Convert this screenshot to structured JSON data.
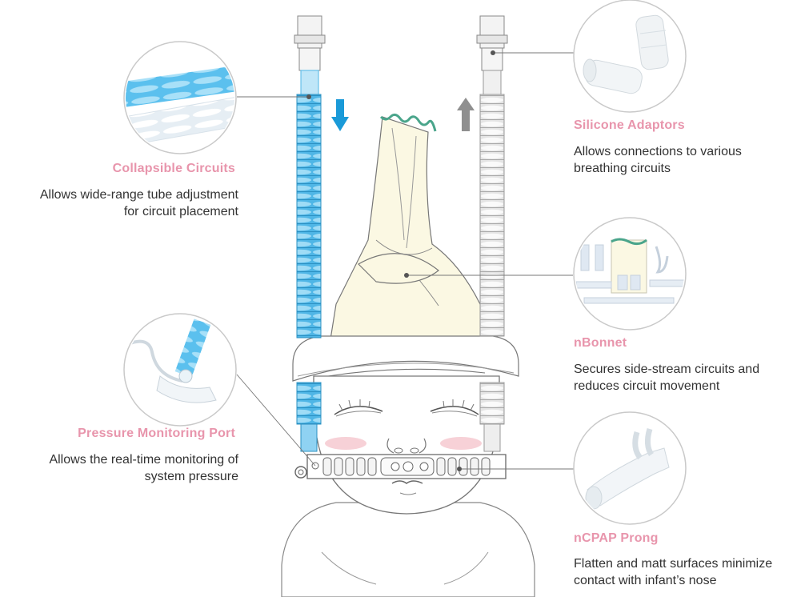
{
  "features": [
    {
      "key": "collapsible",
      "title": "Collapsible Circuits",
      "lines": [
        "Allows wide-range tube adjustment",
        "for circuit placement"
      ]
    },
    {
      "key": "pressure",
      "title": "Pressure Monitoring Port",
      "lines": [
        "Allows the real-time monitoring of",
        "system pressure"
      ]
    },
    {
      "key": "silicone",
      "title": "Silicone Adaptors",
      "lines": [
        "Allows connections to various",
        "breathing circuits"
      ]
    },
    {
      "key": "nbonnet",
      "title": "nBonnet",
      "lines": [
        "Secures side-stream circuits and",
        "reduces circuit movement"
      ]
    },
    {
      "key": "prong",
      "title": "nCPAP Prong",
      "lines": [
        "Flatten and matt surfaces minimize",
        "contact with infant’s nose"
      ]
    }
  ],
  "colors": {
    "label_pink": "#e895ac",
    "blue_tube": "#4fb6e6",
    "blue_arrow": "#1a9ad8",
    "gray_arrow": "#8f8f8f",
    "bonnet_fill": "#fbf8e3",
    "bonnet_trim": "#4aa58b",
    "cheek": "#f6c9d0"
  }
}
